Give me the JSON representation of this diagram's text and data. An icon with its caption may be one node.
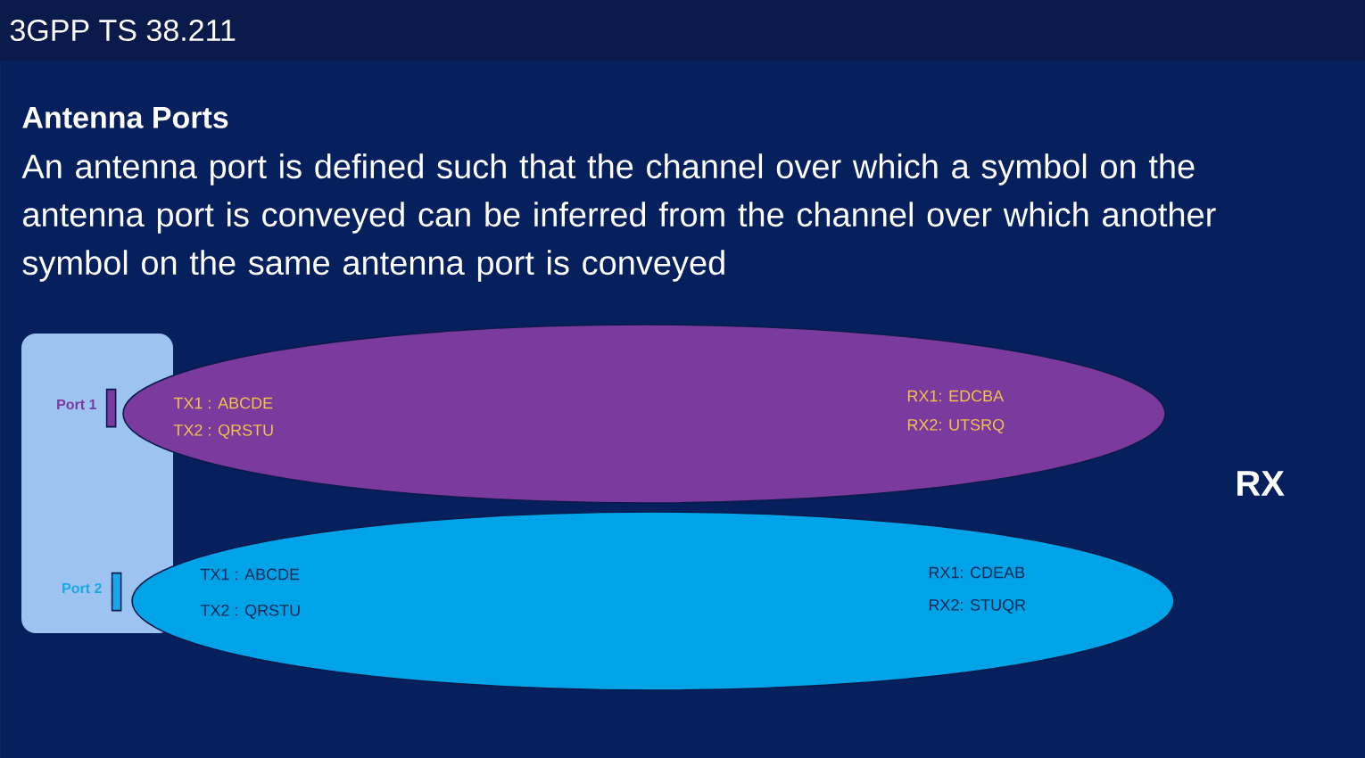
{
  "diagram": {
    "title": "3GPP TS 38.211",
    "nodes": [
      {
        "text": [],
        "shape": "box"
      },
      {
        "text": [],
        "shape": "bar",
        "beside": [
          "Port 1"
        ],
        "in": 0
      },
      {
        "text": [],
        "shape": "bar",
        "beside": [
          "Port 2"
        ],
        "in": 0
      },
      {
        "text": [
          "TX1 : ABCDE",
          "TX2 : QRSTU",
          "RX1: EDCBA",
          "RX2: UTSRQ"
        ]
      },
      {
        "text": [
          "TX1 : ABCDE",
          "TX2 : QRSTU",
          "RX1: CDEAB",
          "RX2: STUQR"
        ]
      }
    ],
    "labels": [
      "Antenna Ports",
      "An antenna port is defined such that the channel over which a symbol on the antenna port is conveyed can be inferred from the channel over which another symbol on the same antenna port is conveyed",
      "RX"
    ]
  }
}
